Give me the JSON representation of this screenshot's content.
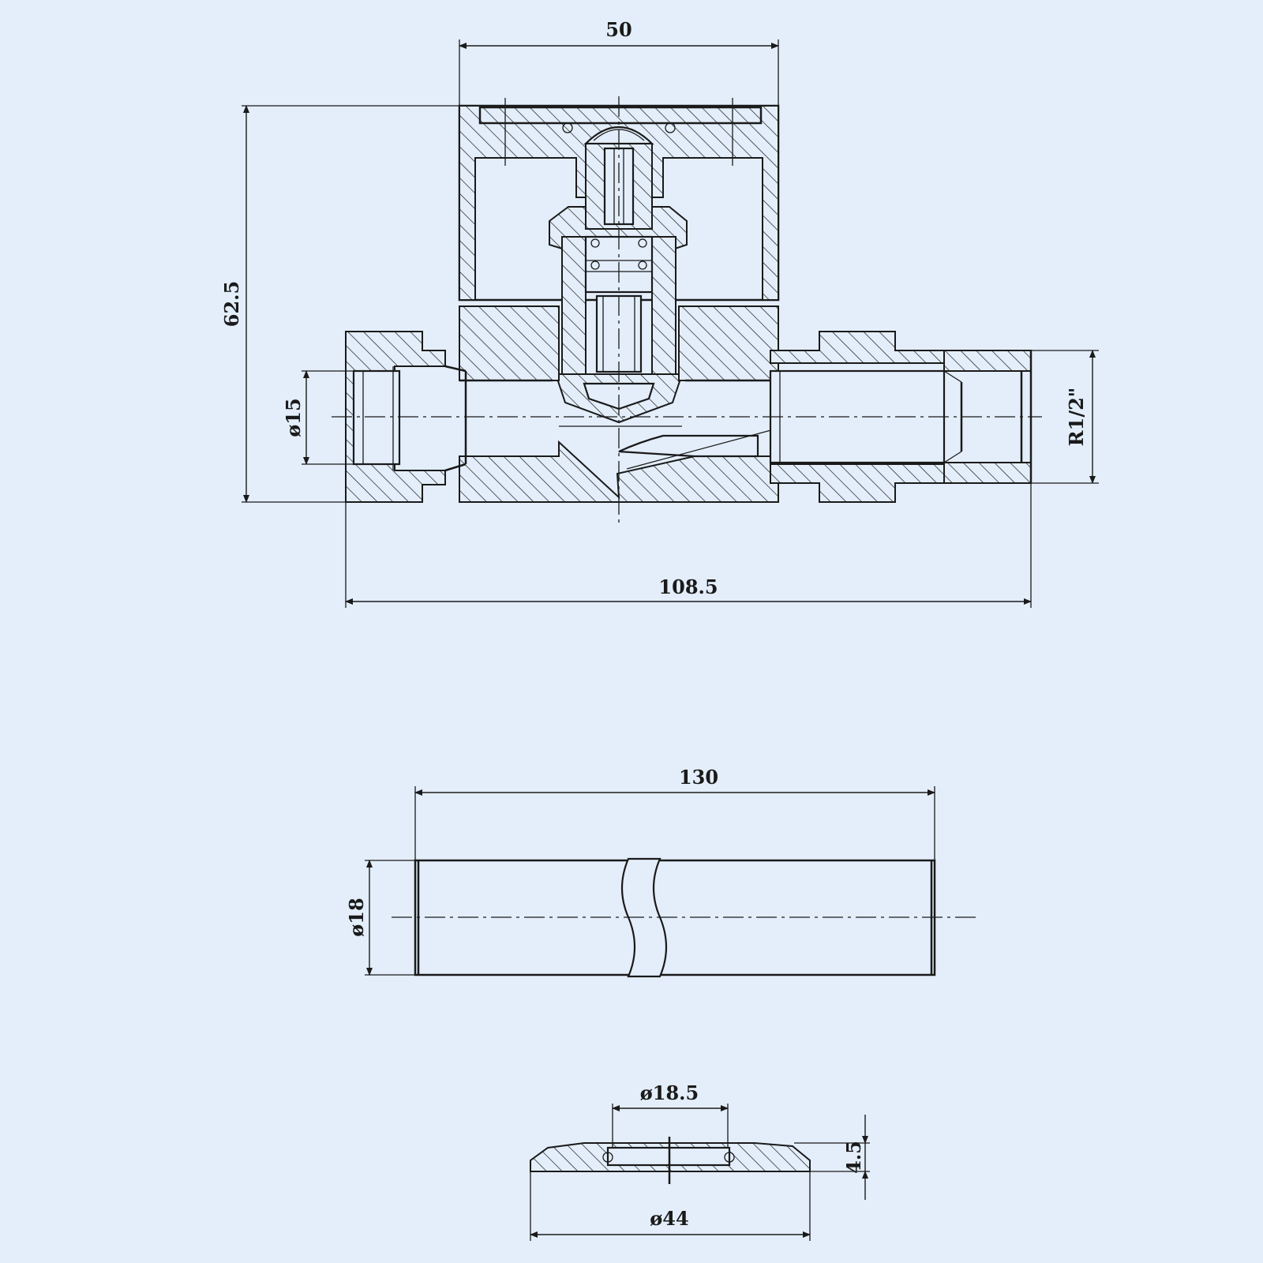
{
  "colors": {
    "background": "#e3eefa",
    "line": "#1a1a1a"
  },
  "dimensions": {
    "valve_width": "50",
    "valve_height": "62.5",
    "inlet_diameter": "ø15",
    "thread_size": "R1/2\"",
    "overall_length": "108.5",
    "pipe_length": "130",
    "pipe_diameter": "ø18",
    "cover_inner_diameter": "ø18.5",
    "cover_thickness": "4.5",
    "cover_outer_diameter": "ø44"
  }
}
